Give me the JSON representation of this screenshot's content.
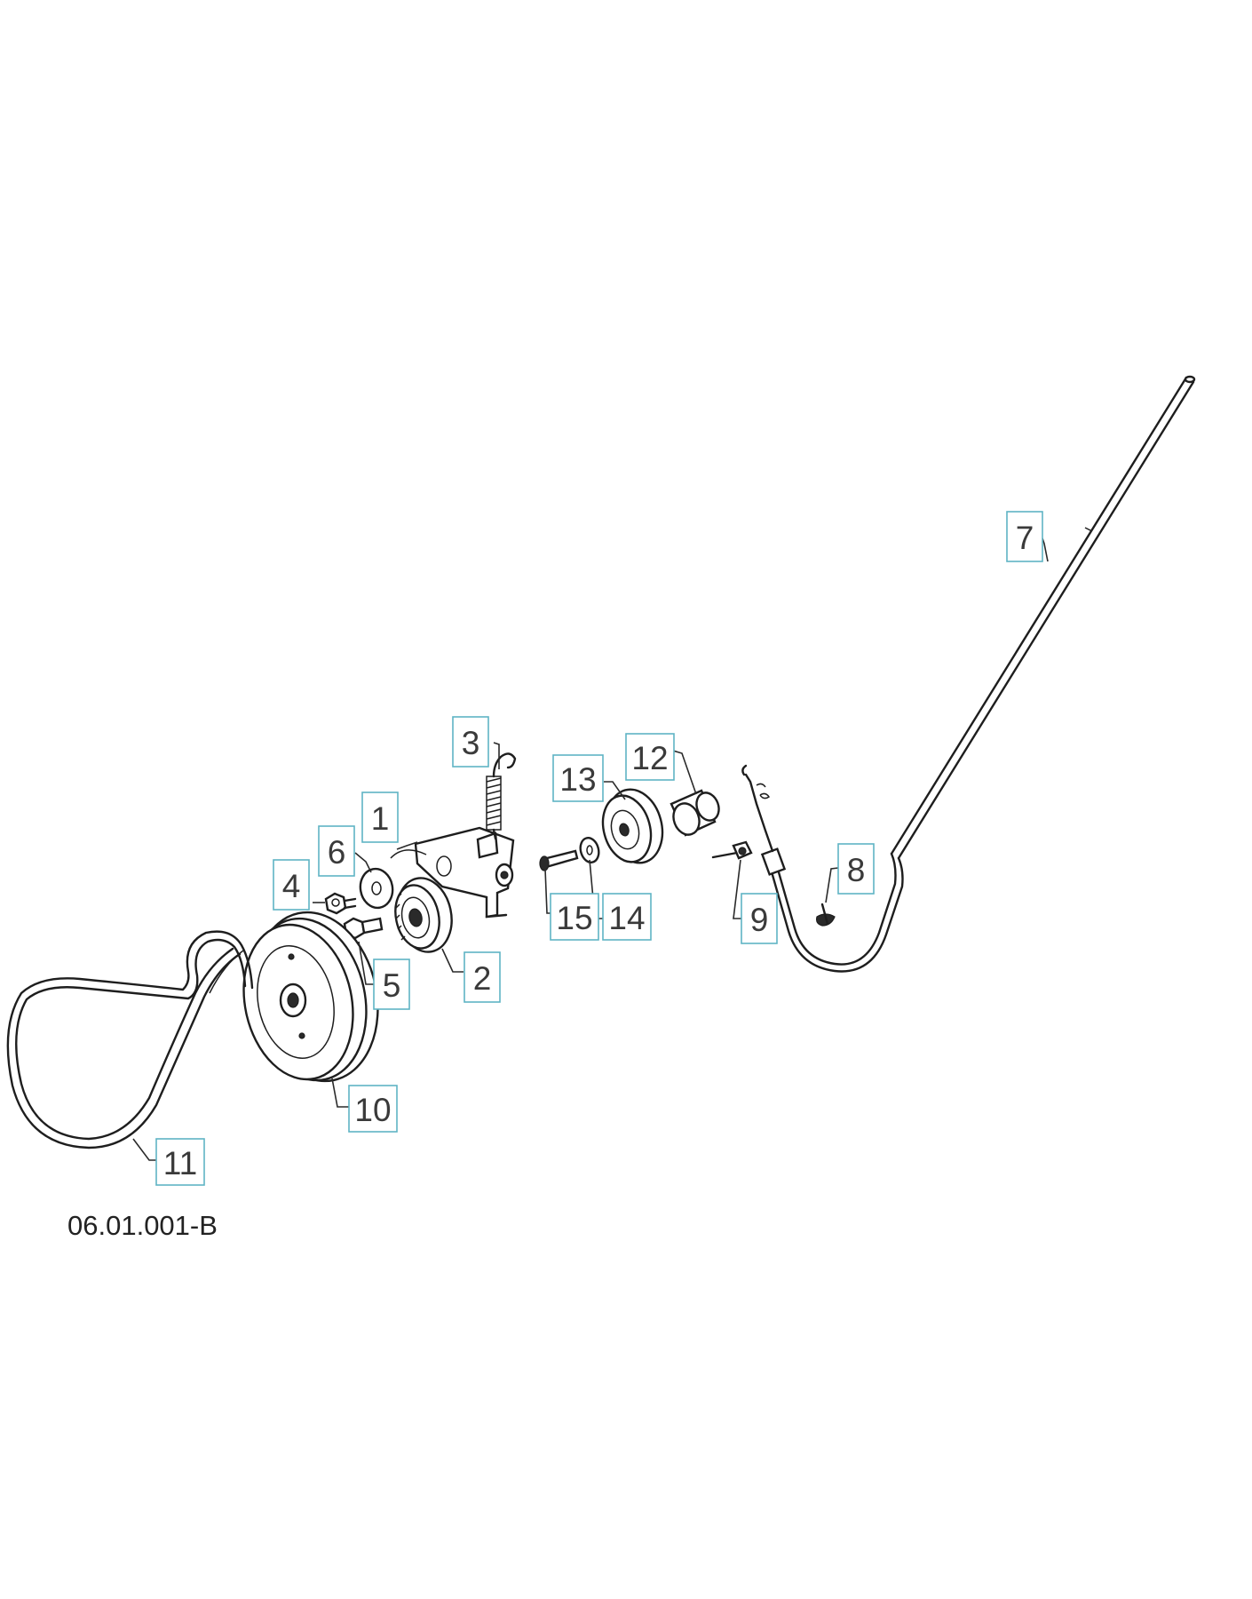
{
  "diagram": {
    "reference_code": "06.01.001-B",
    "colors": {
      "callout_border": "#5fb4c4",
      "line_art": "#1e1e1e",
      "background": "#ffffff"
    },
    "callouts": [
      {
        "id": "1",
        "label": "1"
      },
      {
        "id": "2",
        "label": "2"
      },
      {
        "id": "3",
        "label": "3"
      },
      {
        "id": "4",
        "label": "4"
      },
      {
        "id": "5",
        "label": "5"
      },
      {
        "id": "6",
        "label": "6"
      },
      {
        "id": "7",
        "label": "7"
      },
      {
        "id": "8",
        "label": "8"
      },
      {
        "id": "9",
        "label": "9"
      },
      {
        "id": "10",
        "label": "10"
      },
      {
        "id": "11",
        "label": "11"
      },
      {
        "id": "12",
        "label": "12"
      },
      {
        "id": "13",
        "label": "13"
      },
      {
        "id": "14",
        "label": "14"
      },
      {
        "id": "15",
        "label": "15"
      }
    ]
  }
}
